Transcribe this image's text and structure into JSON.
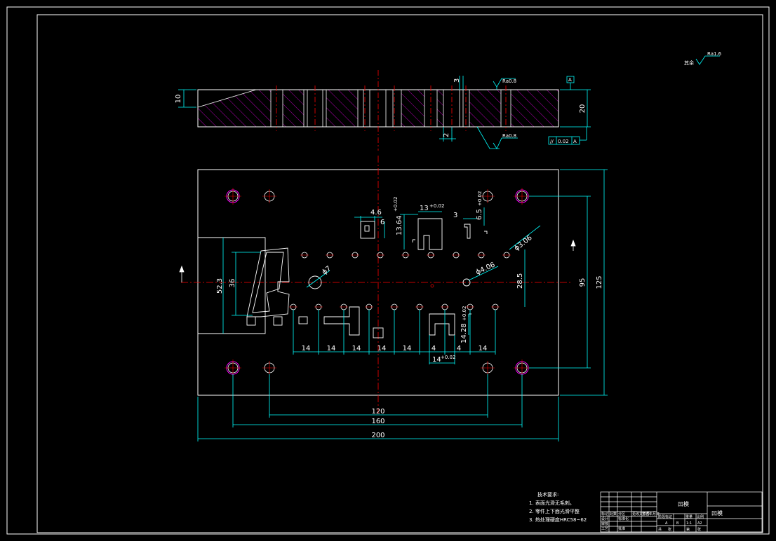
{
  "colors": {
    "background": "#000000",
    "outline": "#ffffff",
    "dimension": "#00ffff",
    "centerline": "#ff0000",
    "hatch": "#ff00ff",
    "text": "#ffffff"
  },
  "roughness": {
    "general_prefix": "其余",
    "general_value": "Ra1.6",
    "top_face": "Ra0.8",
    "bottom_face": "Ra0.8"
  },
  "section_view": {
    "height_left": "10",
    "height_right": "20",
    "dim_top": "3",
    "dim_bottom": "2",
    "datum": "A",
    "parallelism_symbol": "//",
    "parallelism_value": "0.02",
    "parallelism_datum": "A"
  },
  "plan_view": {
    "width_total": "200",
    "dim_160": "160",
    "dim_120": "120",
    "height_total": "125",
    "dim_95": "95",
    "dim_52": "52.3",
    "dim_36": "36",
    "dim_285": "28.5",
    "dia7": "ϕ7",
    "dia406": "ϕ4.06",
    "dia306": "ϕ3.06",
    "punch_w1": "4.6",
    "punch_w2": "6",
    "punch_h1": "13.64",
    "tol1": "+0.02",
    "punch_w3": "13",
    "tol2": "+0.02",
    "punch_w4": "3",
    "punch_h2": "6.5",
    "tol3": "+0.02",
    "punch_h3": "14.28",
    "tol4": "+0.02",
    "punch_w5": "14",
    "tol5": "+0.02",
    "pitch": [
      "14",
      "14",
      "14",
      "14",
      "14",
      "4",
      "4",
      "14"
    ]
  },
  "notes": {
    "title": "技术要求:",
    "lines": [
      "1. 表面光滑无毛刺。",
      "2. 零件上下面光滑平整",
      "3. 热处理硬度HRC58~62"
    ]
  },
  "title_block": {
    "part_name": "凹模",
    "drawing_no": "凹模",
    "cells": [
      "标记",
      "处数",
      "分区",
      "更改文件号",
      "签名",
      "年月日",
      "设计",
      "标准化",
      "阶段标记",
      "重量",
      "比例",
      "审核",
      "工艺",
      "批准",
      "共",
      "张",
      "第",
      "张"
    ],
    "scale": "1:1",
    "sheet_a": "A",
    "sheet_b": "B",
    "size": "A2"
  }
}
